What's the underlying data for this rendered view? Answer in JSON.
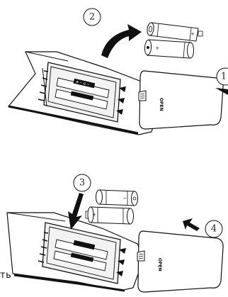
{
  "steps": [
    {
      "number": "1",
      "action": "slide-cover-open"
    },
    {
      "number": "2",
      "action": "remove-old-batteries"
    },
    {
      "number": "3",
      "action": "insert-new-batteries"
    },
    {
      "number": "4",
      "action": "slide-cover-closed"
    }
  ],
  "cover_label": "OPEN",
  "polarity": {
    "plus": "+",
    "minus": "−"
  },
  "cropped_caption": "ть",
  "icons": [
    "curved-arrow",
    "down-arrow",
    "slide-arrow",
    "aaa-battery",
    "remote-control",
    "battery-cover"
  ]
}
